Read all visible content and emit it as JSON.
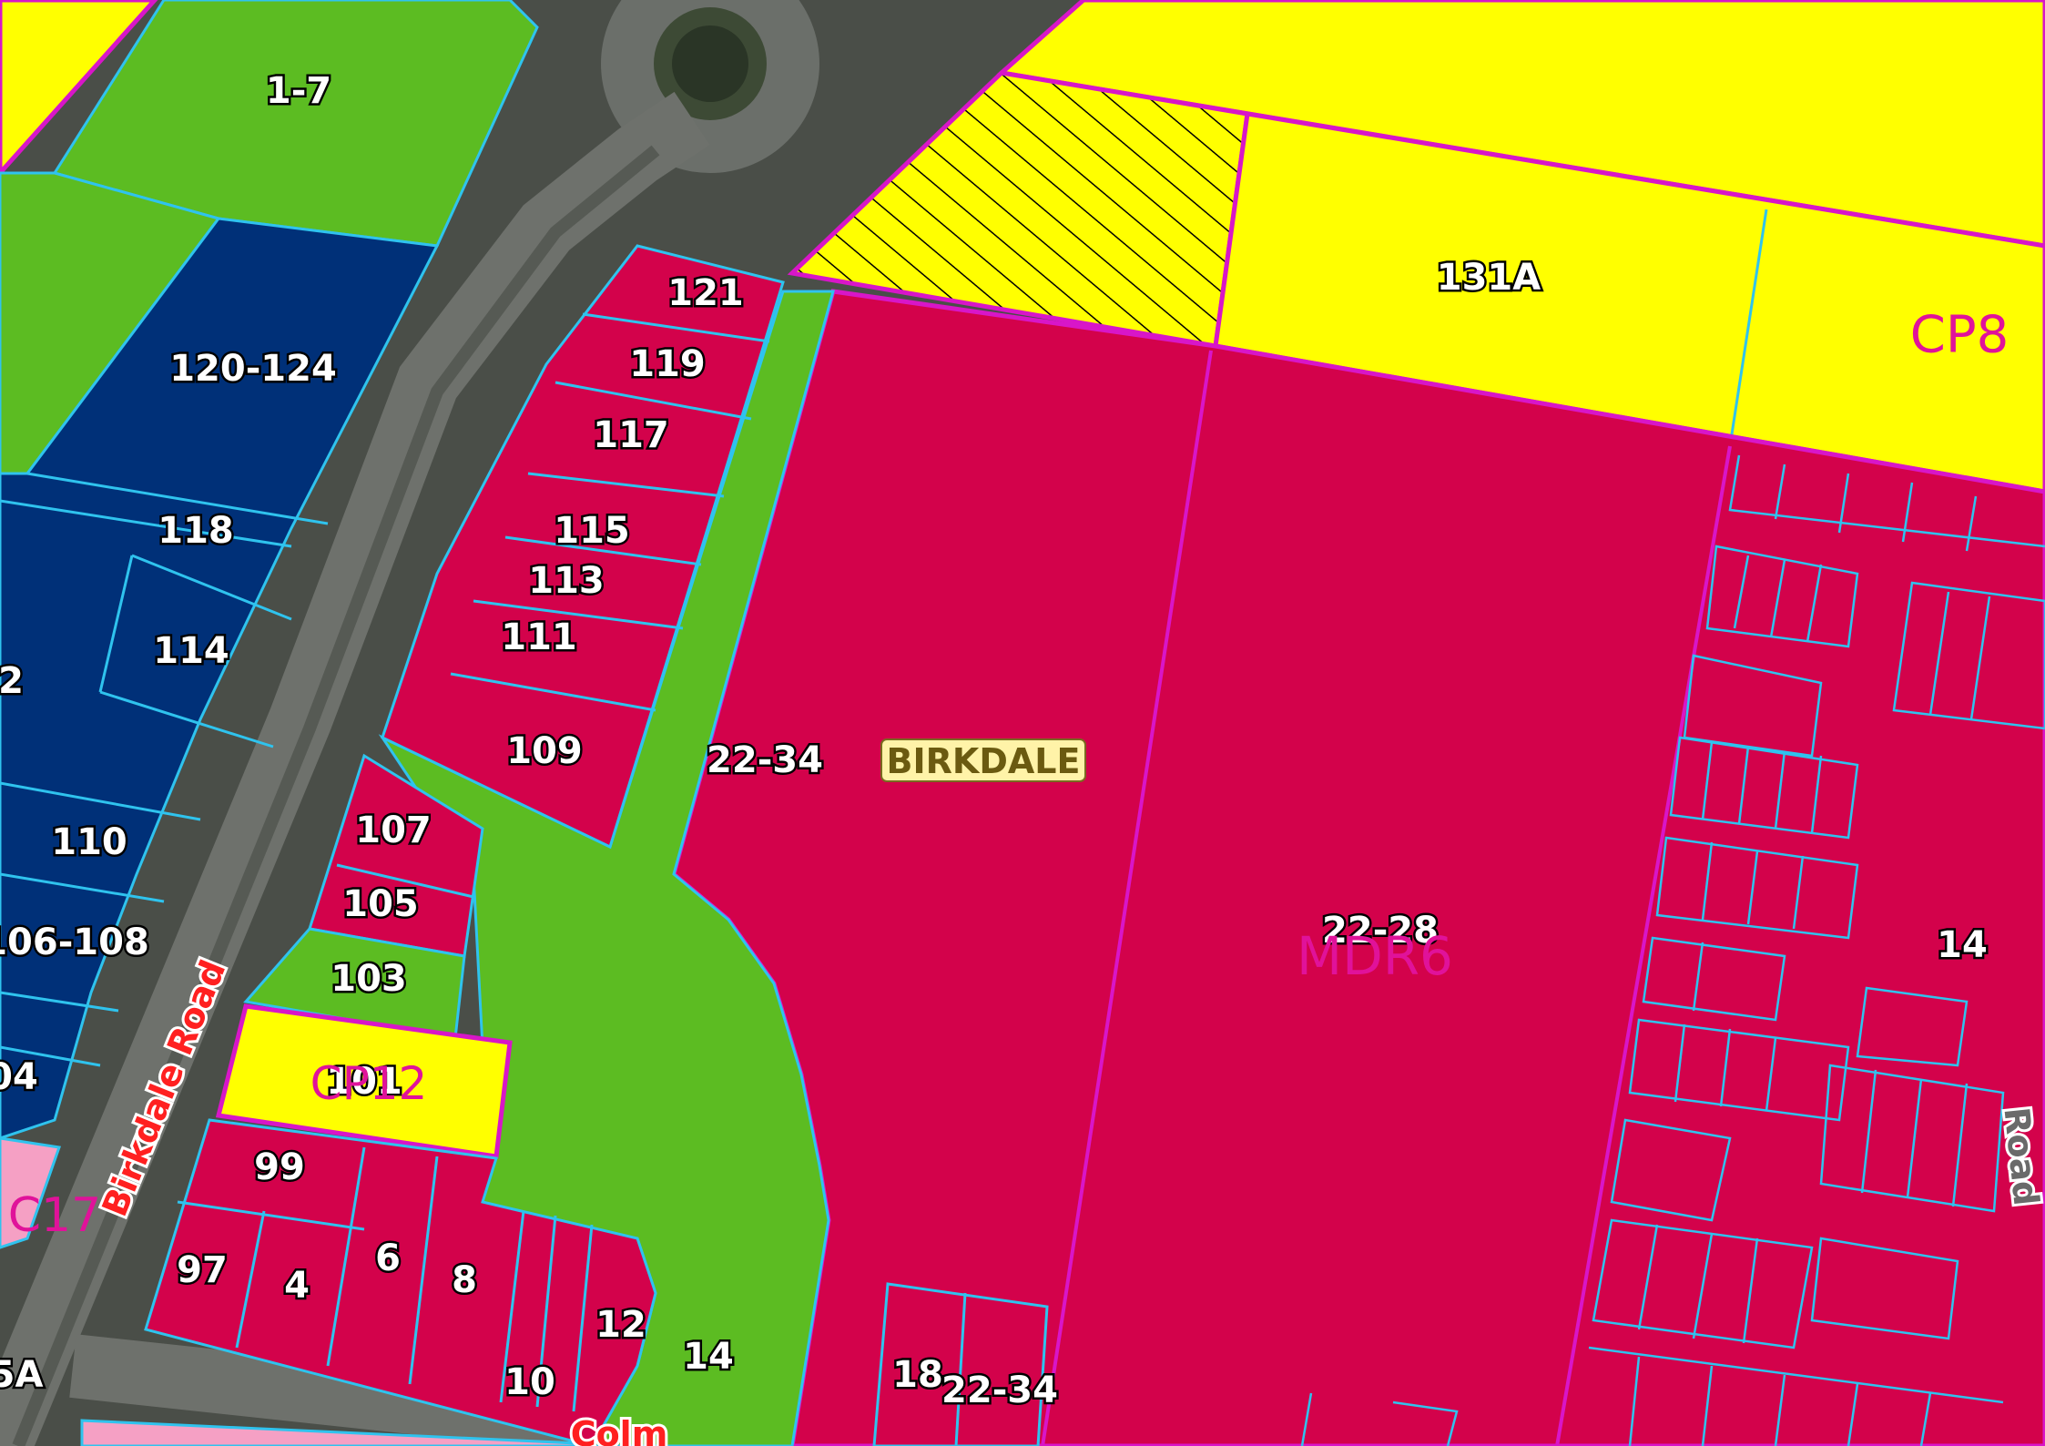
{
  "colors": {
    "residential": "#d3024b",
    "open_space": "#5cbc22",
    "commercial": "#ffff00",
    "mixed_use": "#003078",
    "community": "#f5a0c4",
    "lot_line": "#2fc3ee",
    "zone_line": "#d816c8",
    "aerial": "#4a4e48"
  },
  "suburb": {
    "name": "BIRKDALE"
  },
  "zones": {
    "cp8": "CP8",
    "mdr6": "MDR6",
    "cp12": "CP12",
    "c17": "C17"
  },
  "roads": {
    "birkdale": "Birkdale Road",
    "road_right": "Road",
    "road_bottom": "Colm"
  },
  "lots": [
    {
      "id": "lot-1-7",
      "label": "1-7"
    },
    {
      "id": "lot-120-124",
      "label": "120-124"
    },
    {
      "id": "lot-118",
      "label": "118"
    },
    {
      "id": "lot-114",
      "label": "114"
    },
    {
      "id": "lot-112",
      "label": "2"
    },
    {
      "id": "lot-110",
      "label": "110"
    },
    {
      "id": "lot-106-108",
      "label": "106-108"
    },
    {
      "id": "lot-104",
      "label": "04"
    },
    {
      "id": "lot-121",
      "label": "121"
    },
    {
      "id": "lot-119",
      "label": "119"
    },
    {
      "id": "lot-117",
      "label": "117"
    },
    {
      "id": "lot-115",
      "label": "115"
    },
    {
      "id": "lot-113",
      "label": "113"
    },
    {
      "id": "lot-111",
      "label": "111"
    },
    {
      "id": "lot-109",
      "label": "109"
    },
    {
      "id": "lot-107",
      "label": "107"
    },
    {
      "id": "lot-105",
      "label": "105"
    },
    {
      "id": "lot-103",
      "label": "103"
    },
    {
      "id": "lot-101",
      "label": "101"
    },
    {
      "id": "lot-99",
      "label": "99"
    },
    {
      "id": "lot-97",
      "label": "97"
    },
    {
      "id": "lot-4",
      "label": "4"
    },
    {
      "id": "lot-6",
      "label": "6"
    },
    {
      "id": "lot-8",
      "label": "8"
    },
    {
      "id": "lot-10",
      "label": "10"
    },
    {
      "id": "lot-12",
      "label": "12"
    },
    {
      "id": "lot-14a",
      "label": "14"
    },
    {
      "id": "lot-22-34a",
      "label": "22-34"
    },
    {
      "id": "lot-22-34b",
      "label": "22-34"
    },
    {
      "id": "lot-18",
      "label": "18"
    },
    {
      "id": "lot-22-28",
      "label": "22-28"
    },
    {
      "id": "lot-131a",
      "label": "131A"
    },
    {
      "id": "lot-14b",
      "label": "14"
    },
    {
      "id": "lot-95a",
      "label": "5A"
    }
  ]
}
